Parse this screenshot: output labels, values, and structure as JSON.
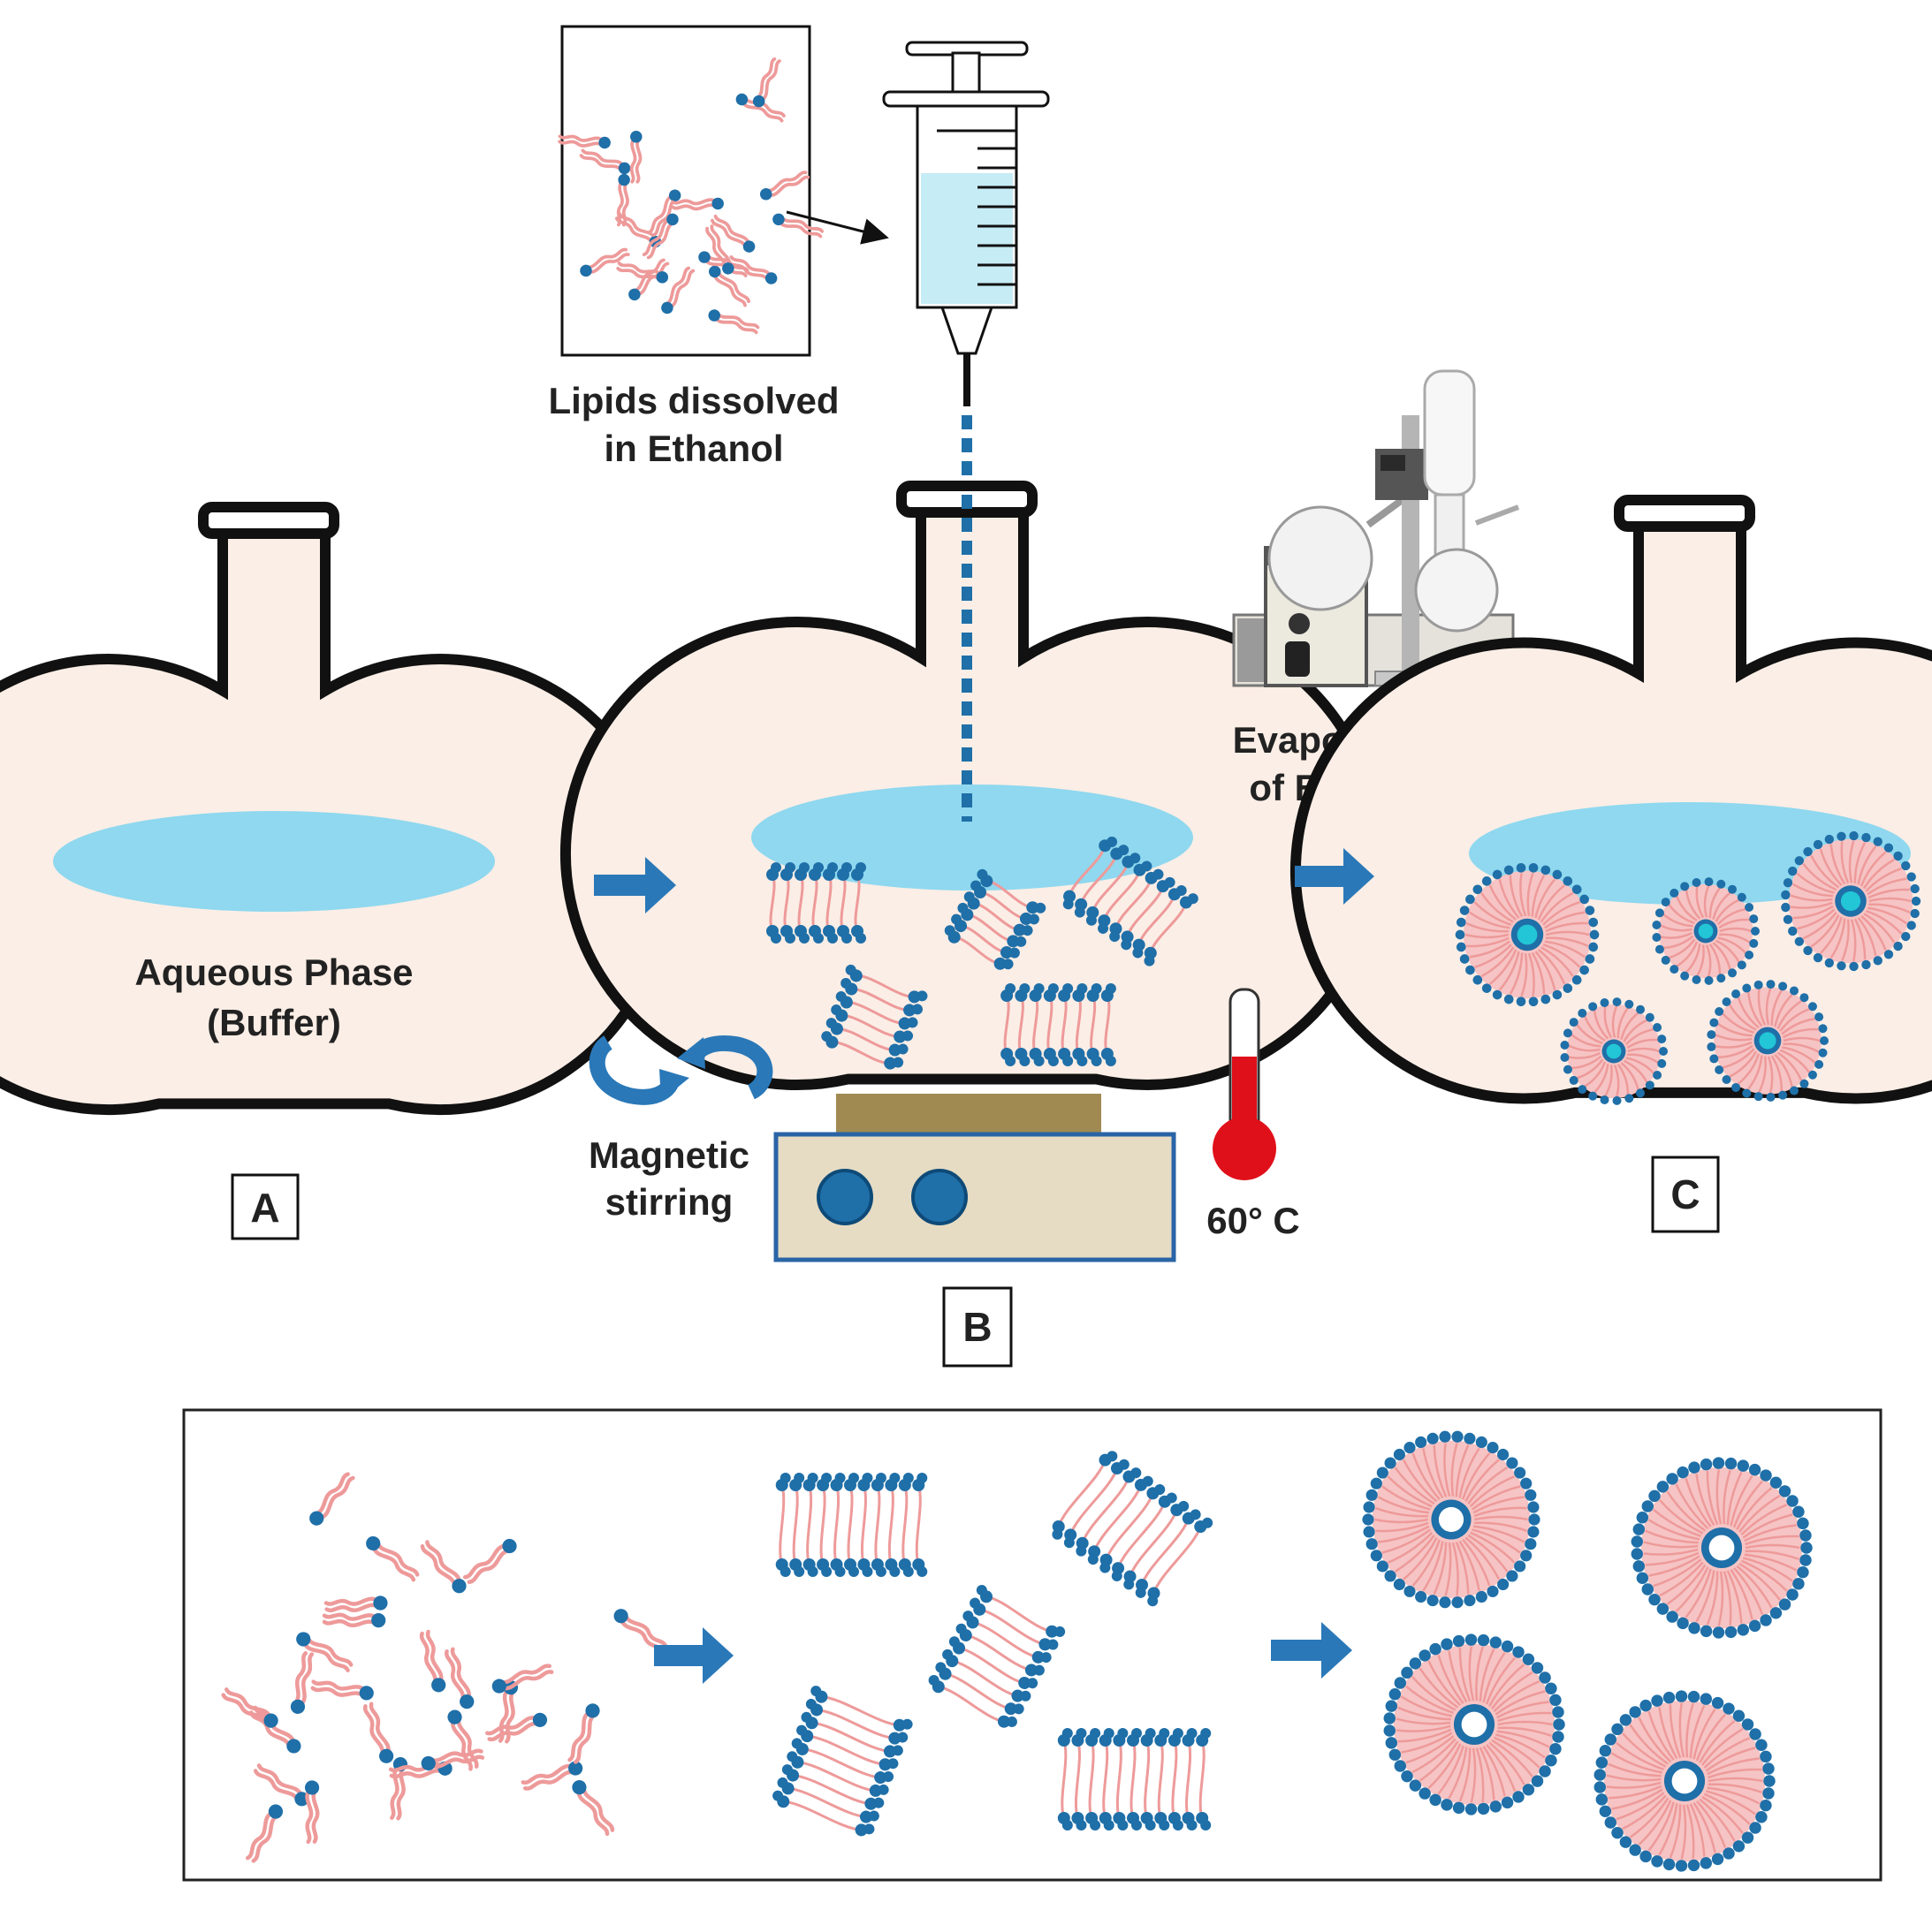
{
  "colors": {
    "outline": "#111111",
    "water": "#8fd8ef",
    "aqueous": "#fbeee6",
    "tail": "#ee9a9a",
    "head": "#1f6fa8",
    "arrow": "#2a78b8",
    "hotplate_top": "#a08a52",
    "hotplate_body": "#e6dcc3",
    "hotplate_border": "#2a64a6",
    "thermo_red": "#e0101a",
    "syringe_fluid": "#c6ecf6",
    "core": "#22c6d6"
  },
  "icons": [
    "flask-icon",
    "syringe-icon",
    "rotary-evaporator-icon",
    "thermometer-icon",
    "hotplate-icon",
    "rotation-arrows-icon",
    "process-arrow-icon"
  ],
  "labels": {
    "lipids_line1": "Lipids dissolved",
    "lipids_line2": "in Ethanol",
    "aqueous_line1": "Aqueous Phase",
    "aqueous_line2": "(Buffer)",
    "stirring_line1": "Magnetic",
    "stirring_line2": "stirring",
    "temperature": "60° C",
    "evap_line1": "Evaporation",
    "evap_line2": "of Ethanol"
  },
  "steps": {
    "a": "A",
    "b": "B",
    "c": "C"
  }
}
